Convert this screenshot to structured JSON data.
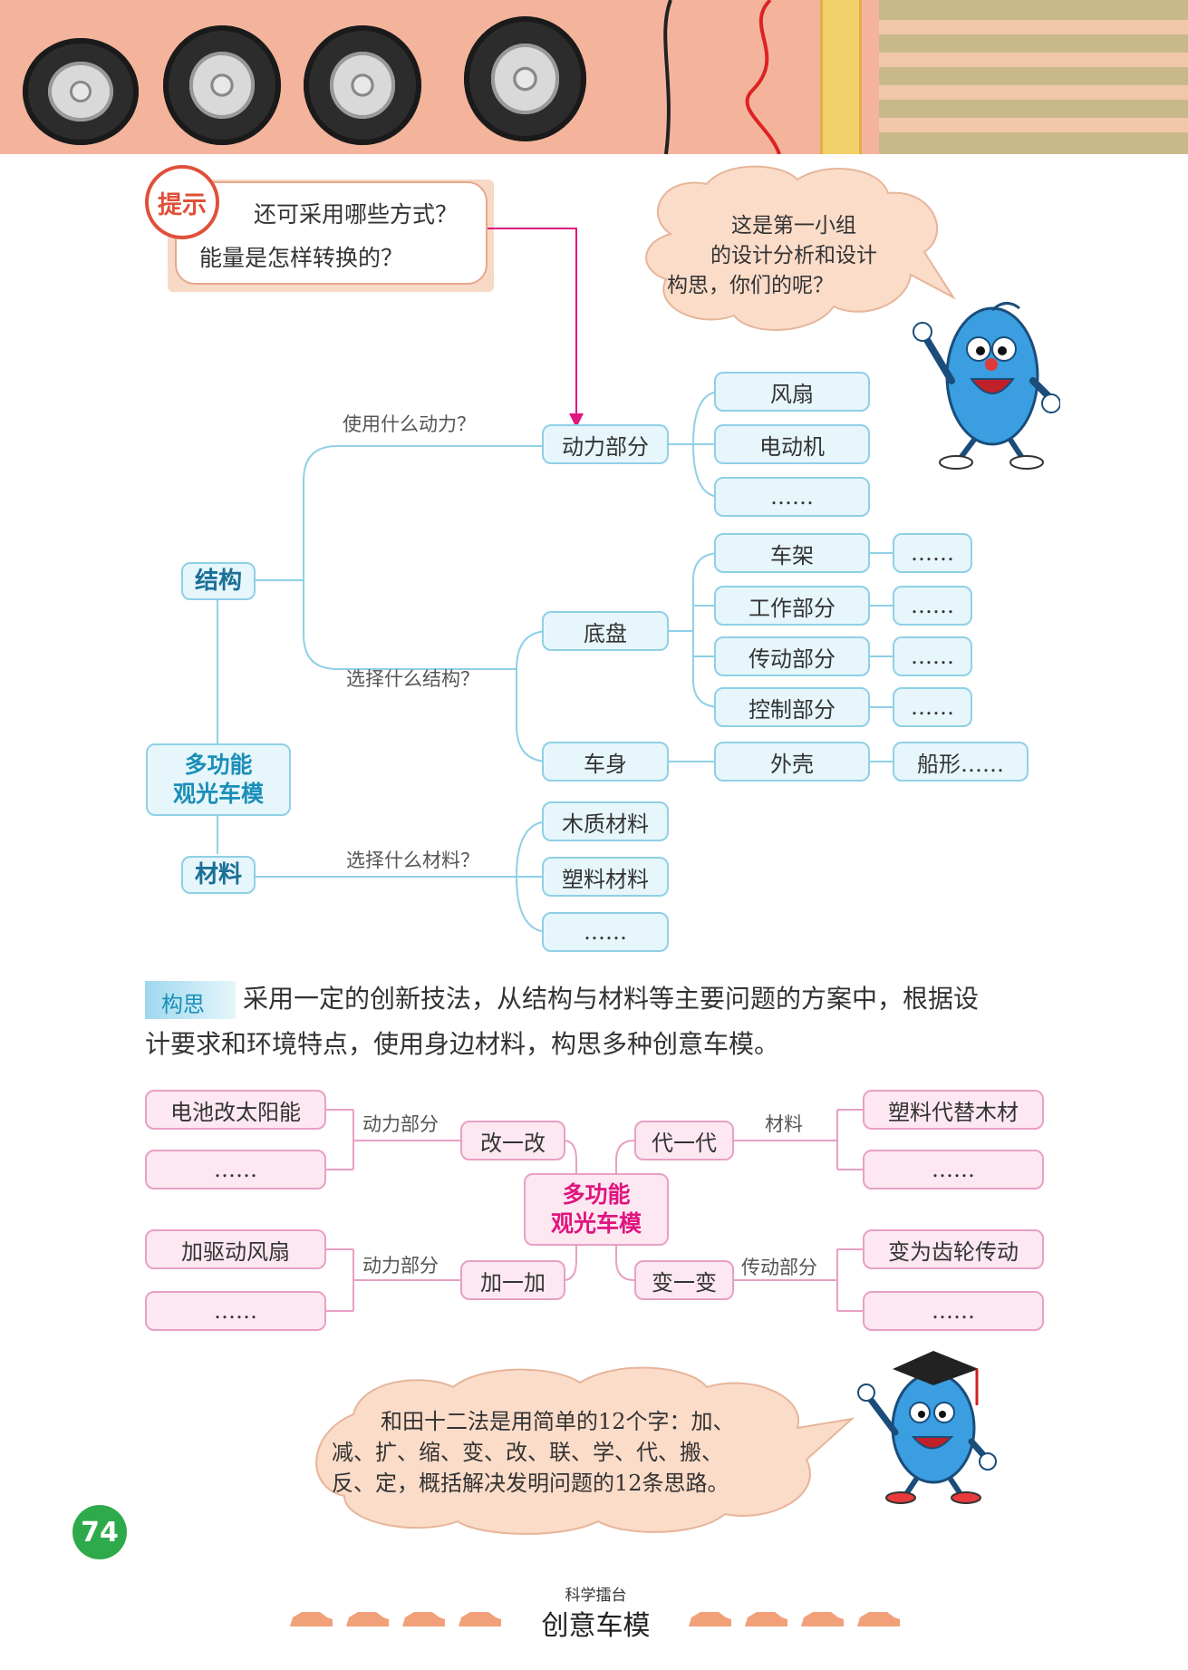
{
  "hint": {
    "badge": "提示",
    "line1": "还可采用哪些方式？",
    "line2": "能量是怎样转换的？"
  },
  "thought_bubble_1": {
    "lines": [
      "这是第一小组",
      "的设计分析和设计",
      "构思，你们的呢？"
    ]
  },
  "mindmap1": {
    "root": "多功能\n观光车模",
    "structure": "结构",
    "material": "材料",
    "edge_power": "使用什么动力？",
    "edge_structure": "选择什么结构？",
    "edge_material": "选择什么材料？",
    "power_part": "动力部分",
    "power_items": [
      "风扇",
      "电动机",
      "……"
    ],
    "chassis": "底盘",
    "chassis_items": [
      "车架",
      "工作部分",
      "传动部分",
      "控制部分"
    ],
    "chassis_more": [
      "……",
      "……",
      "……",
      "……"
    ],
    "body": "车身",
    "shell": "外壳",
    "shell_more": "船形……",
    "materials": [
      "木质材料",
      "塑料材料",
      "……"
    ]
  },
  "concept": {
    "tag": "构思",
    "line1": "采用一定的创新技法，从结构与材料等主要问题的方案中，根据设",
    "line2": "计要求和环境特点，使用身边材料，构思多种创意车模。"
  },
  "mindmap2": {
    "root_line1": "多功能",
    "root_line2": "观光车模",
    "change": "改一改",
    "add": "加一加",
    "replace": "代一代",
    "transform": "变一变",
    "edge_change": "动力部分",
    "edge_add": "动力部分",
    "edge_replace": "材料",
    "edge_transform": "传动部分",
    "change_items": [
      "电池改太阳能",
      "……"
    ],
    "add_items": [
      "加驱动风扇",
      "……"
    ],
    "replace_items": [
      "塑料代替木材",
      "……"
    ],
    "transform_items": [
      "变为齿轮传动",
      "……"
    ]
  },
  "thought_bubble_2": {
    "lines": [
      "和田十二法是用简单的12个字：加、",
      "减、扩、缩、变、改、联、学、代、搬、",
      "反、定，概括解决发明问题的12条思路。"
    ]
  },
  "footer": {
    "page_number": "74",
    "series": "科学擂台",
    "title": "创意车模"
  },
  "colors": {
    "banner": "#f4b49c",
    "node_blue_border": "#8fd0e6",
    "node_pink_border": "#e8a0c4",
    "accent_pink": "#e0157f",
    "accent_blue": "#1a8fb8",
    "page_badge": "#2eaa4a"
  }
}
